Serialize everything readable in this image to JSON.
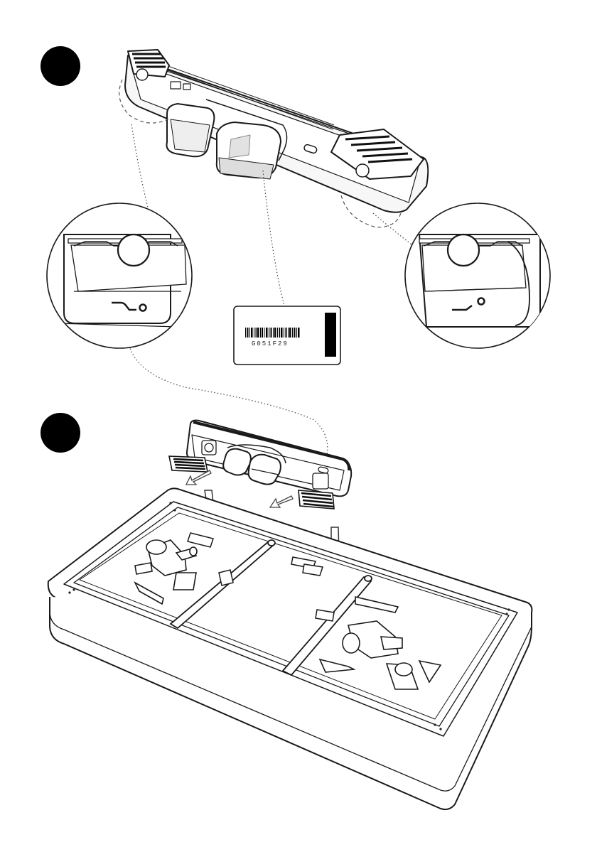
{
  "steps": [
    {
      "label": "",
      "color": "#000000"
    },
    {
      "label": "",
      "color": "#000000"
    }
  ],
  "label_card": {
    "serial": "G051F29"
  },
  "colors": {
    "ink": "#1a1a1a",
    "paper": "#ffffff",
    "shade": "#e8e8e8",
    "dark": "#000000"
  },
  "icons": {
    "step_marker": "filled-circle",
    "arrow": "outline-arrow"
  }
}
